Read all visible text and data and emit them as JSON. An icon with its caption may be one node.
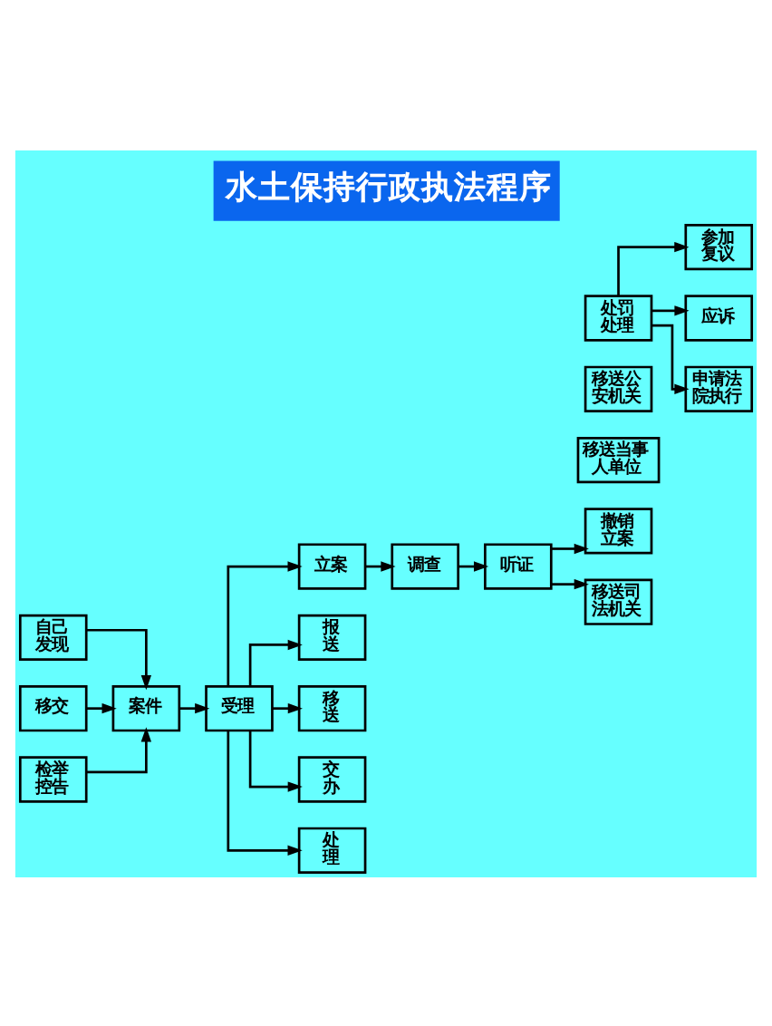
{
  "diagram": {
    "title": "水土保持行政执法程序",
    "nodes": [
      {
        "text": [
          "自己发现"
        ]
      },
      {
        "text": [
          "立案"
        ]
      },
      {
        "text": [
          "调查"
        ]
      },
      {
        "text": [
          "听证"
        ]
      },
      {
        "text": [
          "撤销立案"
        ]
      },
      {
        "text": [
          "参加复议"
        ]
      },
      {
        "text": [
          "处罚处理"
        ]
      },
      {
        "text": [
          "移交"
        ]
      },
      {
        "text": [
          "案件"
        ]
      },
      {
        "text": [
          "受理"
        ]
      },
      {
        "text": [
          "应诉"
        ]
      },
      {
        "text": [
          "移送公安机关"
        ]
      },
      {
        "text": [
          "申请法院执行"
        ]
      },
      {
        "text": [
          "移送当事人单位"
        ]
      },
      {
        "text": [
          "检举控告"
        ]
      },
      {
        "text": [
          "报送"
        ]
      },
      {
        "text": [
          "移送"
        ]
      },
      {
        "text": [
          "交办"
        ]
      },
      {
        "text": [
          "处理"
        ]
      },
      {
        "text": [
          "移送司法机关"
        ]
      }
    ],
    "edges": [
      {
        "from": 0,
        "to": 8,
        "arrow": "to"
      },
      {
        "from": 7,
        "to": 8,
        "arrow": "to"
      },
      {
        "from": 14,
        "to": 8,
        "arrow": "to"
      },
      {
        "from": 8,
        "to": 9,
        "arrow": "to"
      },
      {
        "from": 9,
        "to": 1,
        "arrow": "to"
      },
      {
        "from": 1,
        "to": 2,
        "arrow": "to"
      },
      {
        "from": 2,
        "to": 3,
        "arrow": "to"
      },
      {
        "from": 9,
        "to": 15,
        "arrow": "to"
      },
      {
        "from": 9,
        "to": 16,
        "arrow": "to"
      },
      {
        "from": 9,
        "to": 17,
        "arrow": "to"
      },
      {
        "from": 9,
        "to": 18,
        "arrow": "to"
      },
      {
        "from": 3,
        "to": 4,
        "arrow": "to"
      },
      {
        "from": 3,
        "to": 19,
        "arrow": "to"
      },
      {
        "from": 6,
        "to": 5,
        "arrow": "to"
      },
      {
        "from": 6,
        "to": 10,
        "arrow": "to"
      },
      {
        "from": 6,
        "to": 12,
        "arrow": "to"
      }
    ]
  }
}
